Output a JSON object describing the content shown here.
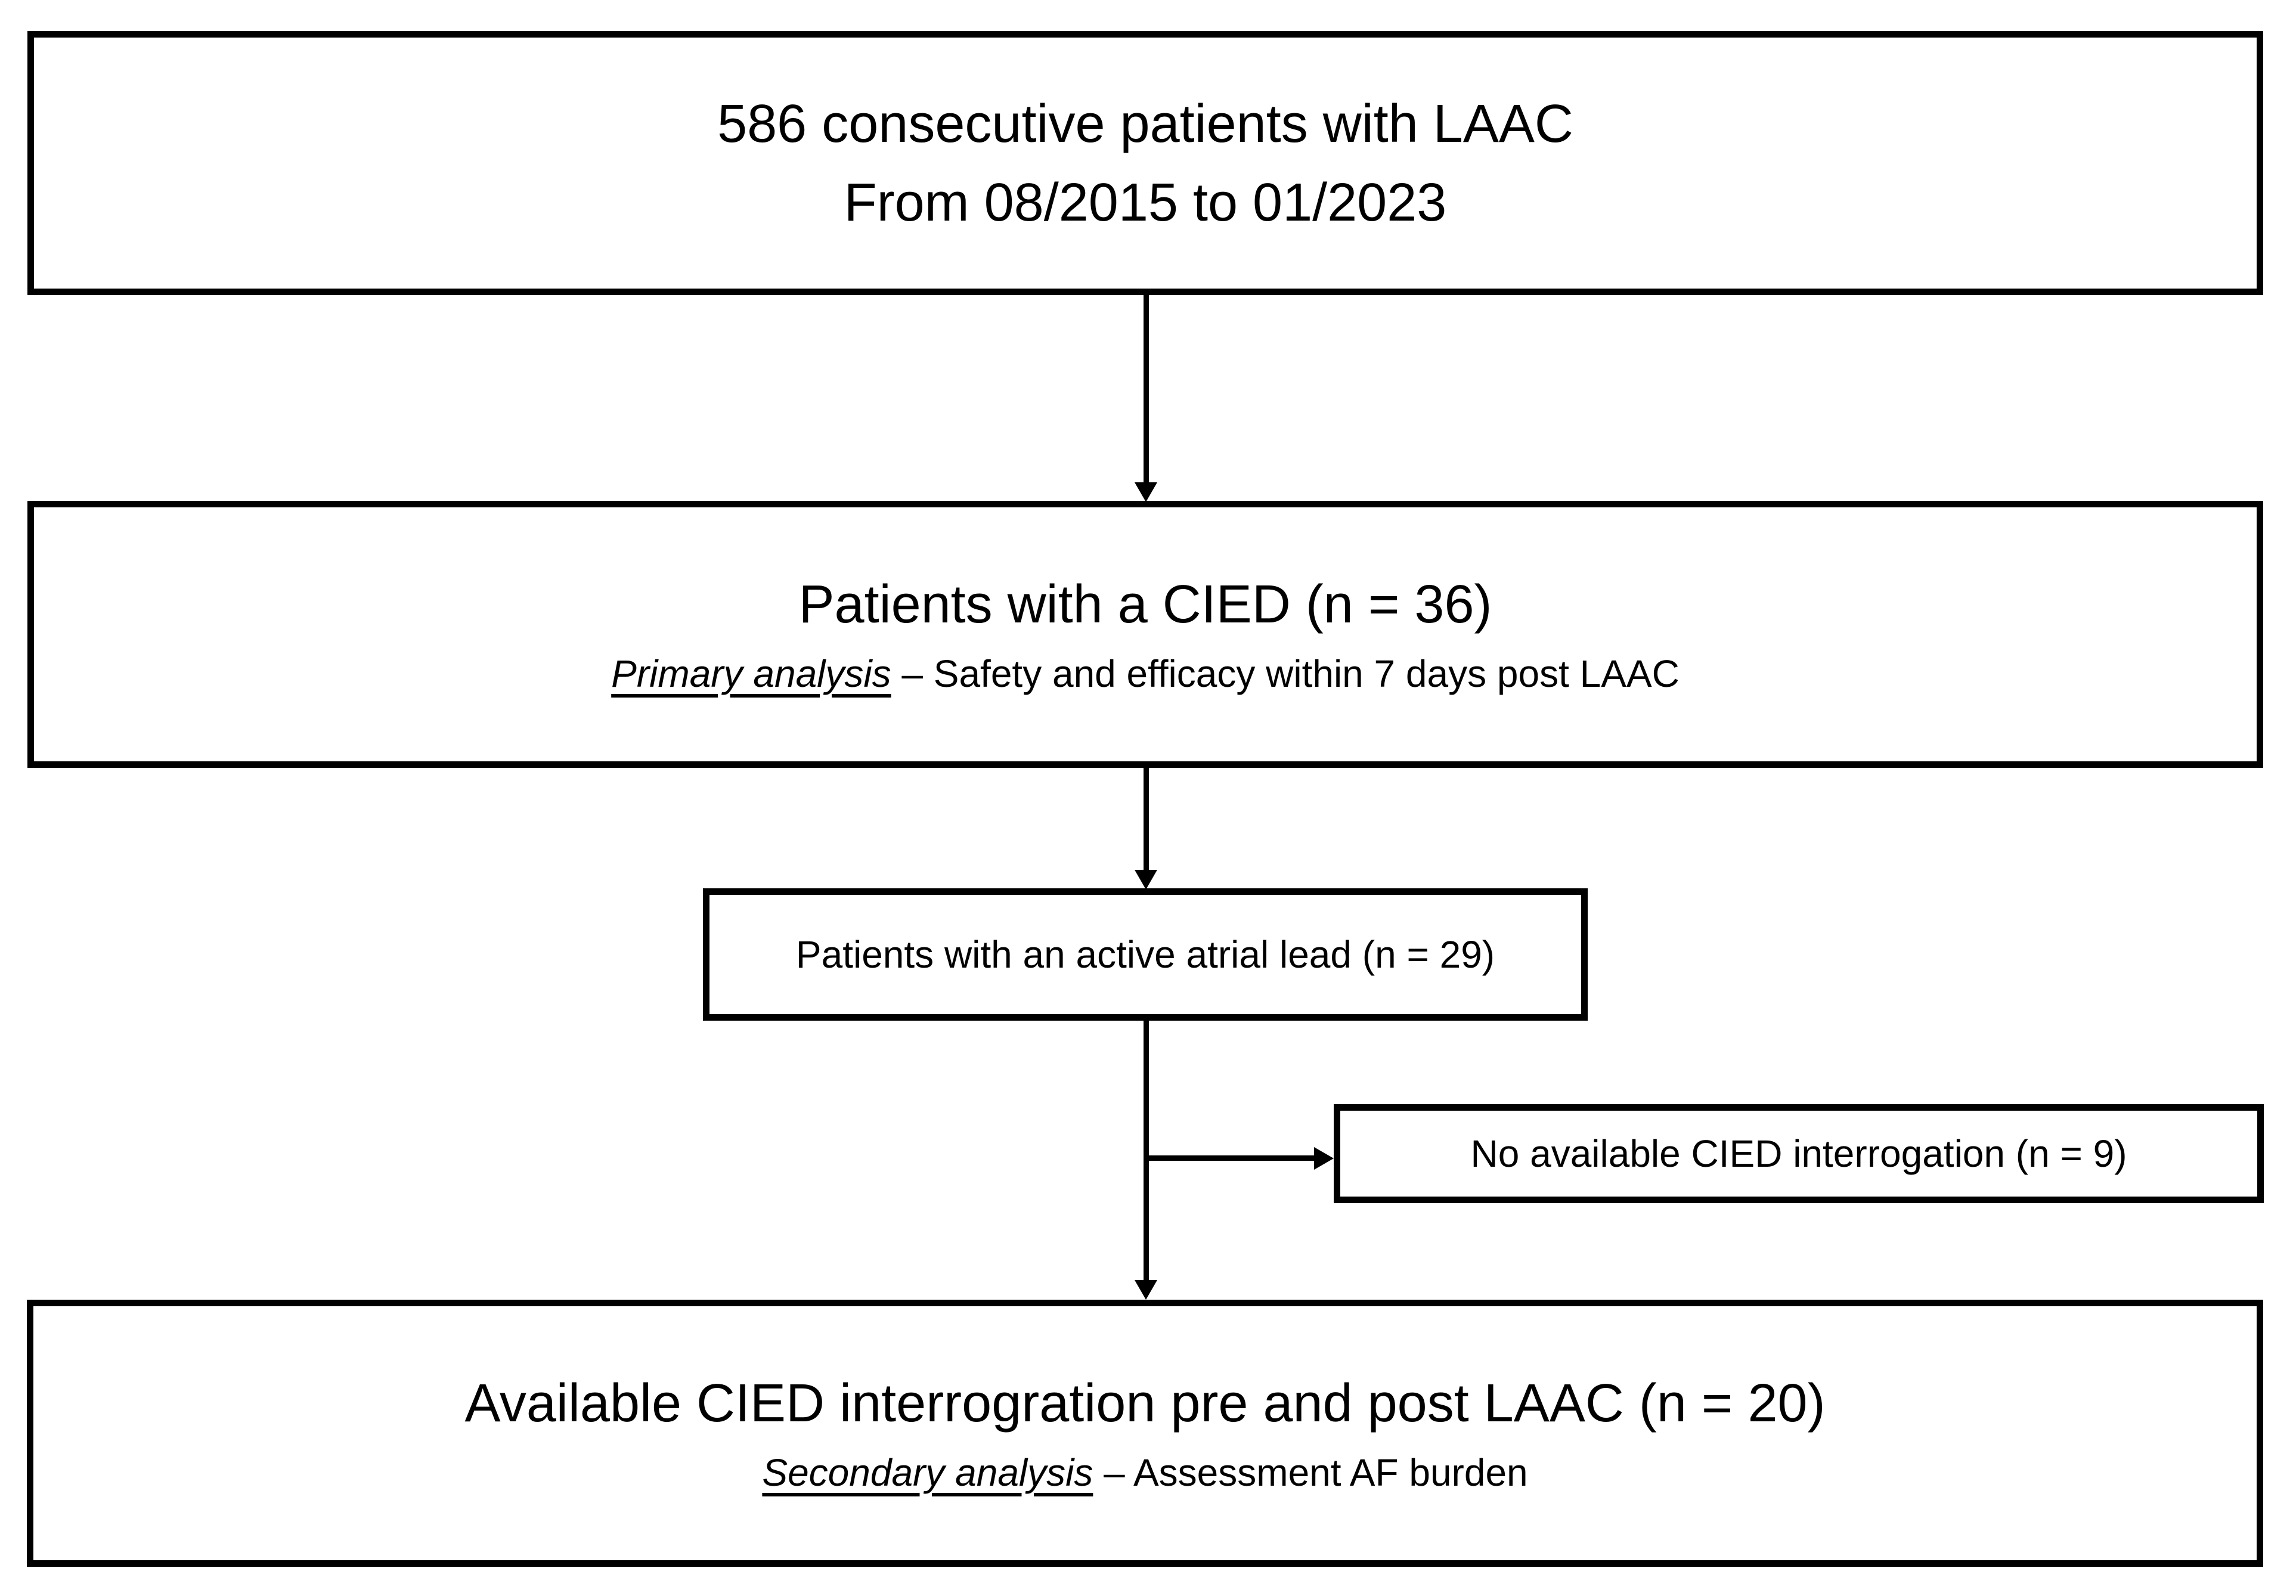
{
  "figure": {
    "type": "patient-flow-diagram",
    "colors": {
      "background": "#ffffff",
      "box_border": "#000000",
      "text": "#000000",
      "arrow": "#000000"
    },
    "boxes": {
      "total": {
        "line1": "586 consecutive patients with LAAC",
        "line2": "From 08/2015 to 01/2023"
      },
      "cied": {
        "heading": "Patients with a CIED (n = 36)",
        "sub_emphasis": "Primary analysis",
        "sub_rest": " – Safety and efficacy within 7 days post LAAC"
      },
      "atrial_lead": {
        "text": "Patients with an active atrial lead (n = 29)"
      },
      "no_interrogation": {
        "text": "No available CIED interrogation (n = 9)"
      },
      "final": {
        "heading": "Available CIED interrogration pre and post LAAC (n = 20)",
        "sub_emphasis": "Secondary analysis",
        "sub_rest": " – Assessment AF burden"
      }
    }
  }
}
